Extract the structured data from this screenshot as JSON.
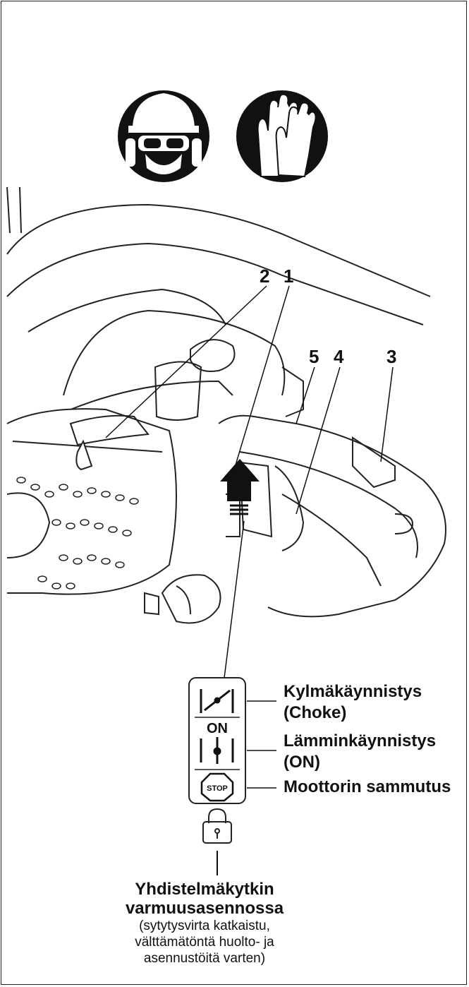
{
  "safety_icons": [
    "protective-helmet-goggles-ear-icon",
    "protective-gloves-icon"
  ],
  "callouts": [
    "2",
    "1",
    "5",
    "4",
    "3"
  ],
  "switch": {
    "on_text": "ON",
    "stop_text": "STOP",
    "labels": [
      "Kylmäkäynnistys",
      "(Choke)",
      "Lämminkäynnistys",
      "(ON)",
      "Moottorin sammutus"
    ]
  },
  "caption": {
    "title_line1": "Yhdistelmäkytkin",
    "title_line2": "varmuusasennossa",
    "note_line1": "(sytytysvirta katkaistu,",
    "note_line2": "välttämätöntä huolto- ja",
    "note_line3": "asennustöitä varten)"
  }
}
